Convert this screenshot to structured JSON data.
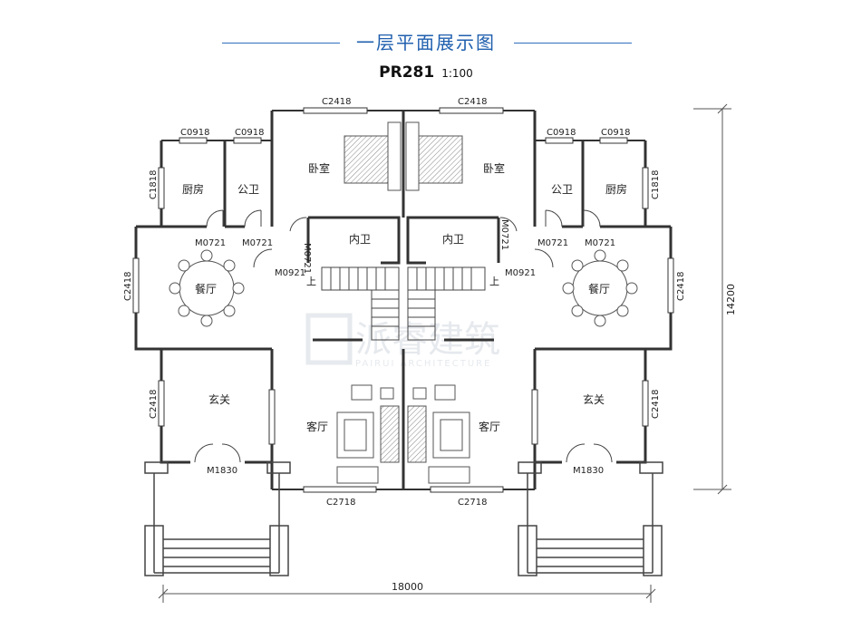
{
  "title": "一层平面展示图",
  "subtitle": {
    "code": "PR281",
    "scale": "1:100"
  },
  "watermark": {
    "cn": "派睿建筑",
    "en": "PAIRUI ARCHITECTURE"
  },
  "rooms": {
    "bedroom": "卧室",
    "kitchen": "厨房",
    "public_bath": "公卫",
    "inner_bath": "内卫",
    "dining": "餐厅",
    "foyer": "玄关",
    "living": "客厅"
  },
  "codes": {
    "c2418": "C2418",
    "c0918": "C0918",
    "c1818": "C1818",
    "c2718": "C2718",
    "m0721": "M0721",
    "m0921": "M0921",
    "m1830": "M1830"
  },
  "dimensions": {
    "width": "18000",
    "height": "14200"
  },
  "stair_up": "上",
  "colors": {
    "title": "#1f5fae",
    "line": "#2f6fbf",
    "wall": "#333333"
  }
}
